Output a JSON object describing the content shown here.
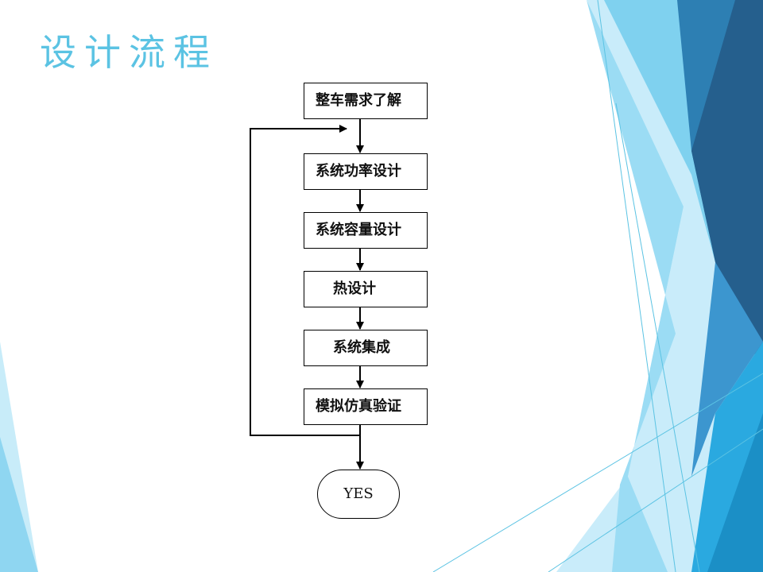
{
  "title": "设计流程",
  "flowchart": {
    "steps": [
      "整车需求了解",
      "系统功率设计",
      "系统容量设计",
      "热设计",
      "系统集成",
      "模拟仿真验证"
    ],
    "end_label": "YES"
  }
}
